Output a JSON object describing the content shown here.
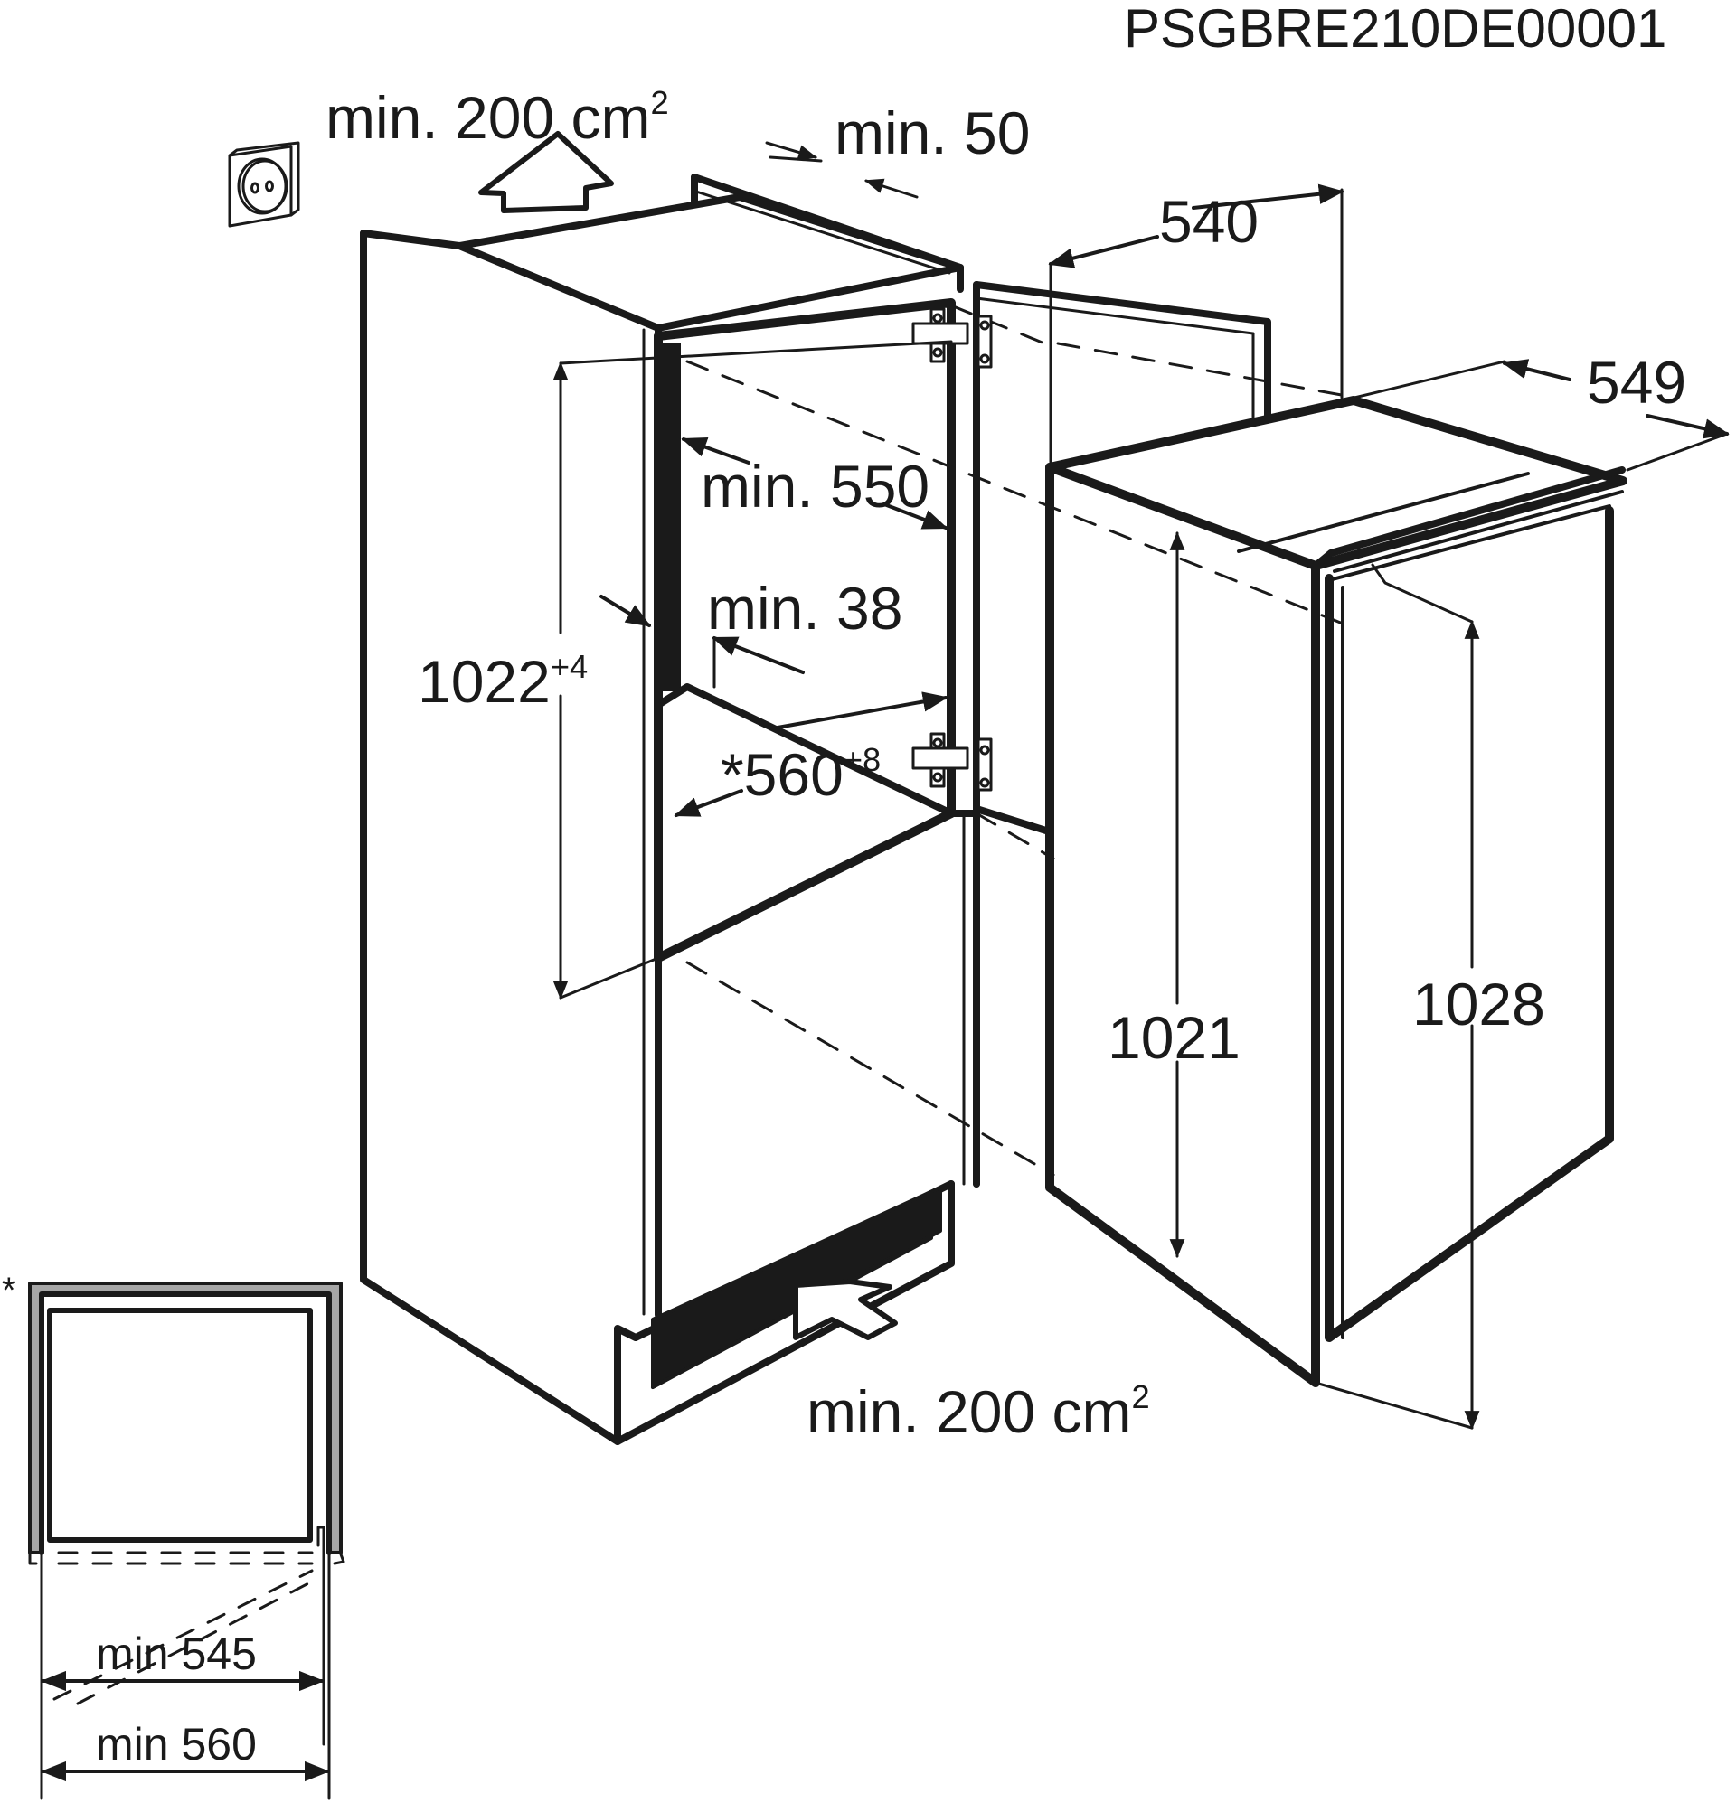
{
  "document_code": "PSGBRE210DE00001",
  "labels": {
    "top_vent": {
      "text": "min. 200 cm",
      "sup": "2"
    },
    "top_gap": {
      "text": "min. 50"
    },
    "niche_depth": {
      "text": "min. 550"
    },
    "side_panel": {
      "text": "min. 38"
    },
    "niche_height": {
      "text": "1022",
      "sup": "+4"
    },
    "niche_width": {
      "text": "*560",
      "sup": "+8"
    },
    "bottom_vent": {
      "text": "min. 200 cm",
      "sup": "2"
    },
    "appliance_width": {
      "text": "540"
    },
    "appliance_depth": {
      "text": "549"
    },
    "appliance_body_height": {
      "text": "1021"
    },
    "appliance_total_height": {
      "text": "1028"
    },
    "plan_inner": {
      "text": "min 545"
    },
    "plan_outer": {
      "text": "min 560"
    },
    "plan_note_mark": {
      "text": "*"
    }
  },
  "icons": {
    "socket": "power-socket-icon",
    "vent_arrow_up": "airflow-up-arrow-icon",
    "vent_arrow_in": "airflow-in-arrow-icon",
    "hinge": "hinge-icon"
  },
  "colors": {
    "line": "#1a1a1a",
    "panel_fill": "#a6a6a6",
    "background": "#ffffff"
  }
}
